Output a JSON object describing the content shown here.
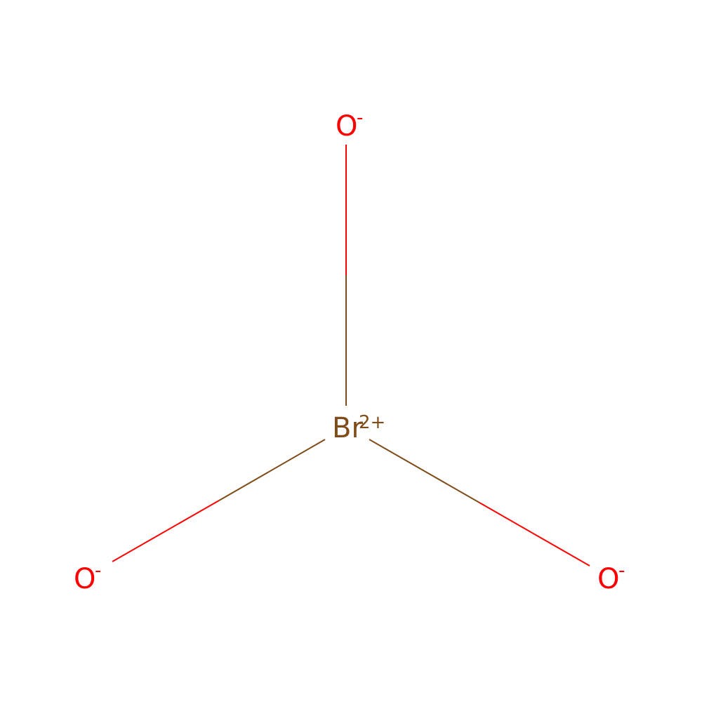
{
  "colors": {
    "background": "#FFFFFF",
    "bromine": "#7F4C19",
    "oxygen": "#FF0000"
  },
  "atoms": {
    "bromine": {
      "symbol": "Br",
      "charge": "2+"
    },
    "oxygen_top": {
      "symbol": "O",
      "charge": "-"
    },
    "oxygen_left": {
      "symbol": "O",
      "charge": "-"
    },
    "oxygen_right": {
      "symbol": "O",
      "charge": "-"
    }
  },
  "bonds": [
    {
      "from": "bromine",
      "to": "oxygen_top",
      "order": 1
    },
    {
      "from": "bromine",
      "to": "oxygen_left",
      "order": 1
    },
    {
      "from": "bromine",
      "to": "oxygen_right",
      "order": 1
    }
  ]
}
